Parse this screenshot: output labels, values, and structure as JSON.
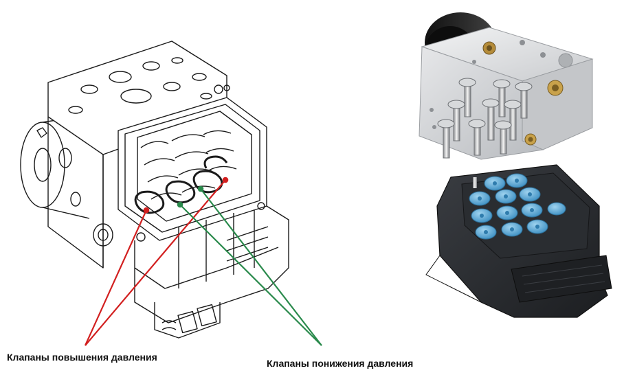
{
  "labels": {
    "increase_valves": "Клапаны повышения давления",
    "decrease_valves": "Клапаны понижения давления"
  },
  "colors": {
    "increase_leader": "#d21f1f",
    "decrease_leader": "#2a8a4c",
    "line_art": "#1a1a1a",
    "valve_caps": "#4da6d6",
    "ecu_housing": "#2b2e33",
    "block_metal": "#d9dadc"
  },
  "icons": [
    "abs-hydraulic-unit-line-drawing",
    "abs-valve-block-photo",
    "abs-control-unit-photo"
  ]
}
